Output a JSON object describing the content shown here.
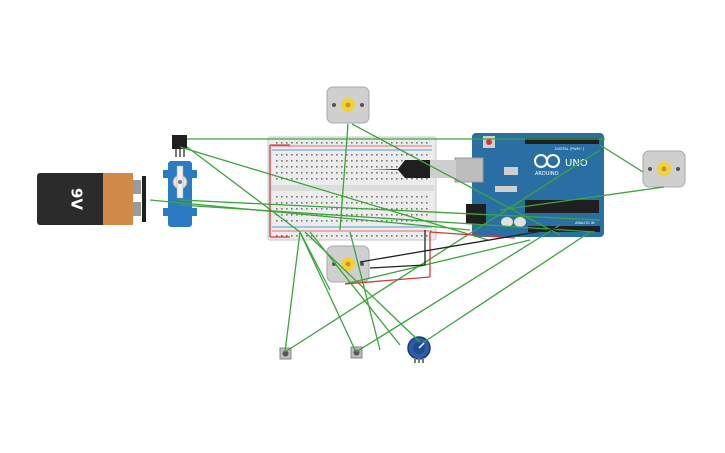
{
  "battery": {
    "label": "9V",
    "body_color": "#2b2b2b",
    "cap_color": "#d18a4a"
  },
  "arduino": {
    "brand": "ARDUINO",
    "model": "UNO",
    "digital_label": "DIGITAL (PWM~)",
    "analog_label": "ANALOG IN",
    "board_color": "#2a6fa3"
  },
  "colors": {
    "wire_green": "#3aa63a",
    "wire_red": "#d23a3a",
    "wire_black": "#222222",
    "motor_body": "#cfcfcf",
    "motor_shaft": "#f2d23a",
    "servo_body": "#2b7bc4",
    "breadboard": "#e9e9e9",
    "pot_knob": "#2a5fa8"
  },
  "components": [
    {
      "id": "dc-motor-top",
      "kind": "dc-motor"
    },
    {
      "id": "dc-motor-right",
      "kind": "dc-motor"
    },
    {
      "id": "dc-motor-center",
      "kind": "dc-motor"
    },
    {
      "id": "servo",
      "kind": "servo"
    },
    {
      "id": "ir-sensor",
      "kind": "sensor"
    },
    {
      "id": "push-button-left",
      "kind": "push-button"
    },
    {
      "id": "push-button-right",
      "kind": "push-button"
    },
    {
      "id": "potentiometer",
      "kind": "potentiometer"
    }
  ]
}
